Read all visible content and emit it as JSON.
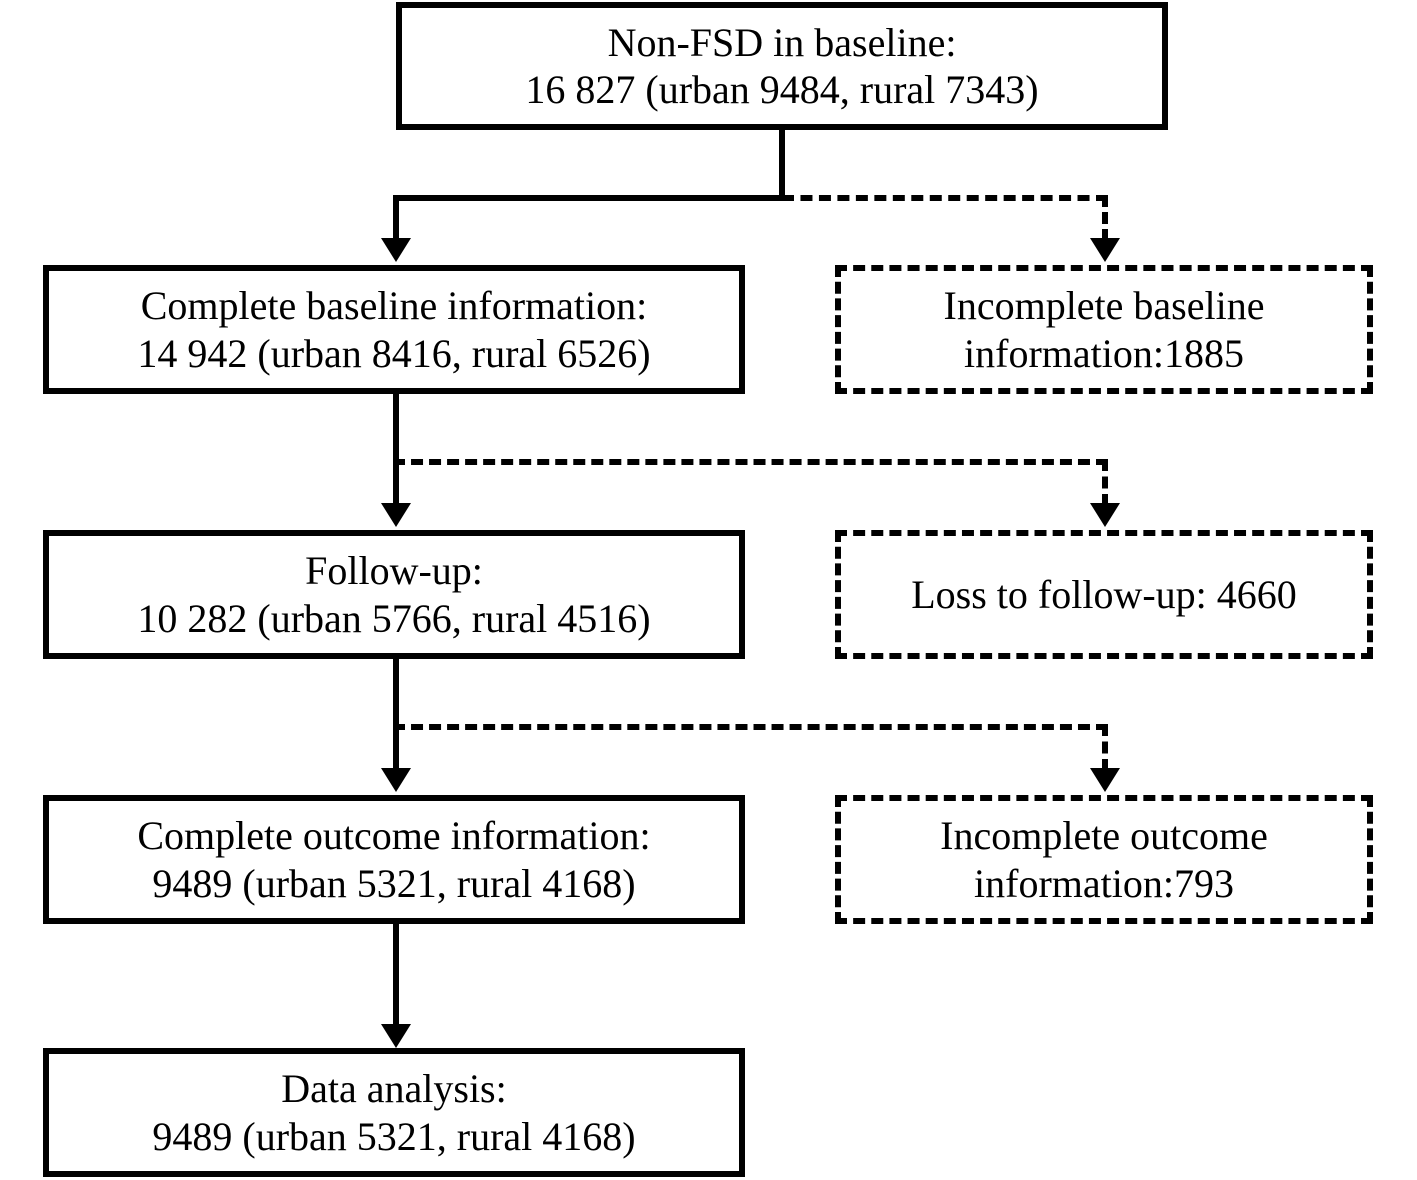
{
  "figure": {
    "type": "flowchart",
    "orientation": "top-to-bottom",
    "description": "Participant flow diagram of a cohort study"
  },
  "nodes": {
    "baseline_population": {
      "style": "solid",
      "line1": "Non-FSD in baseline:",
      "line2": "16 827 (urban 9484, rural 7343)"
    },
    "complete_baseline": {
      "style": "solid",
      "line1": "Complete baseline information:",
      "line2": "14 942 (urban 8416, rural 6526)"
    },
    "incomplete_baseline": {
      "style": "dashed",
      "line1": "Incomplete baseline",
      "line2": "information:1885"
    },
    "follow_up": {
      "style": "solid",
      "line1": "Follow-up:",
      "line2": "10 282 (urban 5766, rural 4516)"
    },
    "loss_to_follow_up": {
      "style": "dashed",
      "line1": "Loss to follow-up: 4660",
      "line2": ""
    },
    "complete_outcome": {
      "style": "solid",
      "line1": "Complete outcome information:",
      "line2": "9489 (urban 5321, rural 4168)"
    },
    "incomplete_outcome": {
      "style": "dashed",
      "line1": "Incomplete outcome",
      "line2": "information:793"
    },
    "data_analysis": {
      "style": "solid",
      "line1": "Data analysis:",
      "line2": "9489 (urban 5321, rural 4168)"
    }
  },
  "colors": {
    "stroke": "#000000",
    "background": "#ffffff",
    "text": "#000000"
  }
}
